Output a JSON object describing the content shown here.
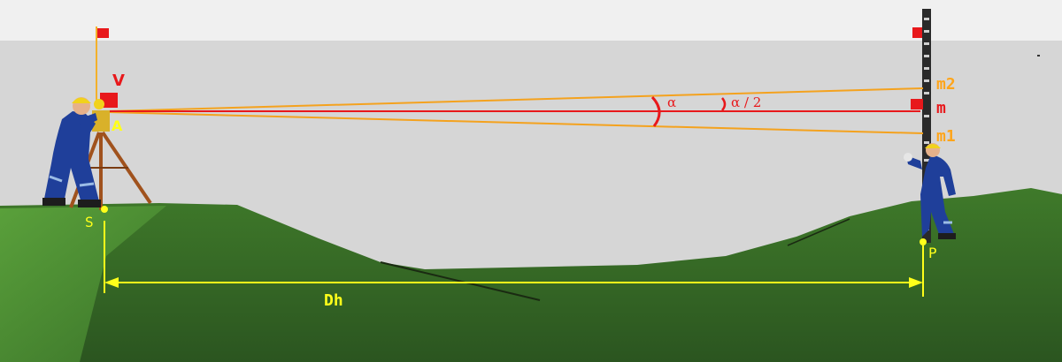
{
  "labels": {
    "V": "V",
    "A": "A",
    "S": "S",
    "P": "P",
    "Dh": "Dh",
    "m": "m",
    "m1": "m1",
    "m2": "m2",
    "alpha": "α",
    "alpha_half": "α / 2"
  },
  "colors": {
    "sky_top": "#f0f0f0",
    "wall": "#d6d6d6",
    "grass_dark": "#2f5a22",
    "grass_light": "#4f8f34",
    "sight_line": "#e8181b",
    "stadia_line": "#f4a21e",
    "measure": "#ffff1a",
    "target_red": "#e8181b",
    "stadia_label": "#ffa51a",
    "worker_blue": "#1f3f9a",
    "helmet_yellow": "#f1d21c",
    "tripod_brown": "#a0521d",
    "rod_dark": "#2a2a2a"
  },
  "icons": {
    "left_worker": "surveyor-with-theodolite-icon",
    "right_worker": "rod-holder-icon",
    "rod": "stadia-rod-icon"
  }
}
